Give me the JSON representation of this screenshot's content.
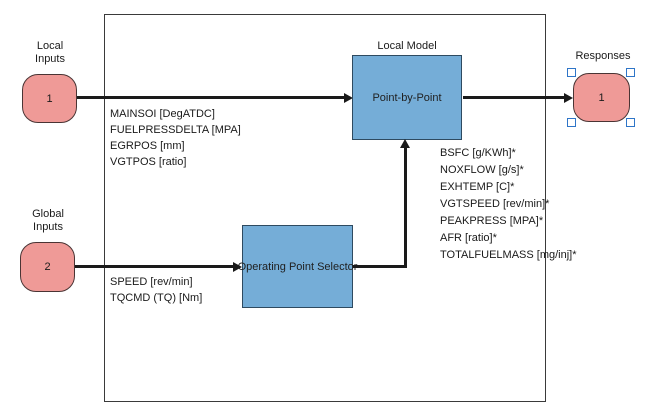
{
  "blocks": {
    "local_inputs_port": {
      "label_line1": "Local",
      "label_line2": "Inputs",
      "number": "1"
    },
    "global_inputs_port": {
      "label_line1": "Global",
      "label_line2": "Inputs",
      "number": "2"
    },
    "point_by_point": {
      "annotation": "Local Model",
      "label": "Point-by-Point"
    },
    "operating_point_selector": {
      "label": "Operating Point Selector"
    },
    "responses_port": {
      "annotation": "Responses",
      "number": "1"
    }
  },
  "signals": {
    "local_inputs": [
      "MAINSOI [DegATDC]",
      "FUELPRESSDELTA [MPA]",
      "EGRPOS [mm]",
      "VGTPOS [ratio]"
    ],
    "global_inputs": [
      "SPEED [rev/min]",
      "TQCMD (TQ) [Nm]"
    ],
    "responses": [
      "BSFC [g/KWh]*",
      "NOXFLOW [g/s]*",
      "EXHTEMP [C]*",
      "VGTSPEED [rev/min]*",
      "PEAKPRESS [MPA]*",
      "AFR [ratio]*",
      "TOTALFUELMASS [mg/inj]*"
    ]
  },
  "colors": {
    "port_fill": "#EF9A97",
    "port_border": "#4a3434",
    "block_fill": "#75ADD7",
    "block_border": "#2e4a60",
    "selection_handle": "#2E75C8",
    "line": "#1a1a1a",
    "canvas_bg": "#ffffff"
  }
}
